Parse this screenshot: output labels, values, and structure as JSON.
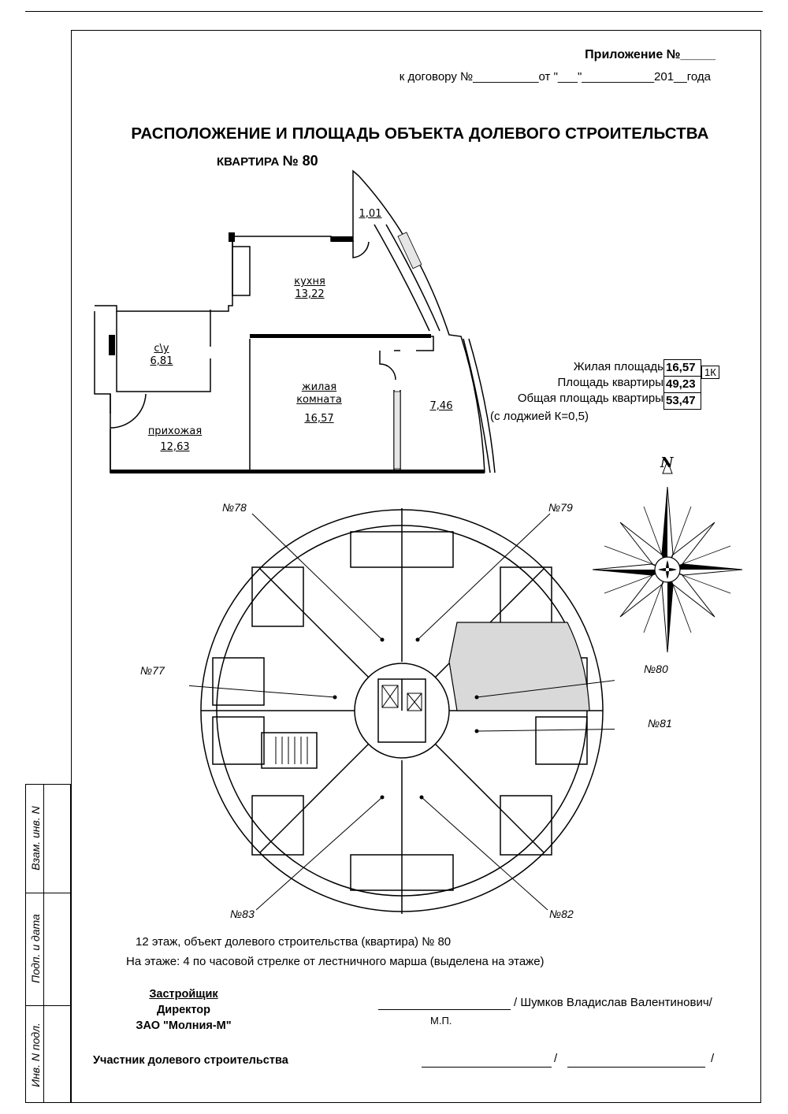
{
  "header": {
    "appendix": "Приложение №_____",
    "contract": "к договору №__________от \"___\"___________201__года"
  },
  "title": "РАСПОЛОЖЕНИЕ И ПЛОЩАДЬ ОБЪЕКТА ДОЛЕВОГО СТРОИТЕЛЬСТВА",
  "apartment": {
    "label": "КВАРТИРА",
    "number": "№ 80"
  },
  "rooms": [
    {
      "name": "",
      "area": "1,01"
    },
    {
      "name": "кухня",
      "area": "13,22"
    },
    {
      "name": "с\\у",
      "area": "6,81"
    },
    {
      "name": "жилая",
      "name2": "комната",
      "area": "16,57"
    },
    {
      "name": "",
      "area": "7,46"
    },
    {
      "name": "прихожая",
      "area": "12,63"
    }
  ],
  "areas": {
    "living_label": "Жилая площадь",
    "living_value": "16,57",
    "apartment_label": "Площадь квартиры",
    "apartment_value": "49,23",
    "total_label": "Общая площадь квартиры",
    "total_value": "53,47",
    "note": "(с лоджией К=0,5)",
    "rooms_badge": "1К"
  },
  "compass": {
    "north": "N"
  },
  "floor_plan": {
    "labels": [
      "№78",
      "№79",
      "№77",
      "№80",
      "№81",
      "№83",
      "№82"
    ]
  },
  "info": {
    "line1": "12 этаж, объект долевого строительства (квартира) № 80",
    "line2": "На этаже:  4 по часовой стрелке от лестничного марша (выделена на этаже)"
  },
  "developer": {
    "heading": "Застройщик",
    "position": "Директор",
    "company": "ЗАО \"Молния-М\"",
    "signature": "/ Шумков Владислав Валентинович/",
    "stamp": "М.П."
  },
  "participant": {
    "label": "Участник долевого строительства",
    "slash": "/"
  },
  "sidebar": {
    "field1": "Взам. инв. N",
    "field2": "Подп. и дата",
    "field3": "Инв. N подл."
  }
}
